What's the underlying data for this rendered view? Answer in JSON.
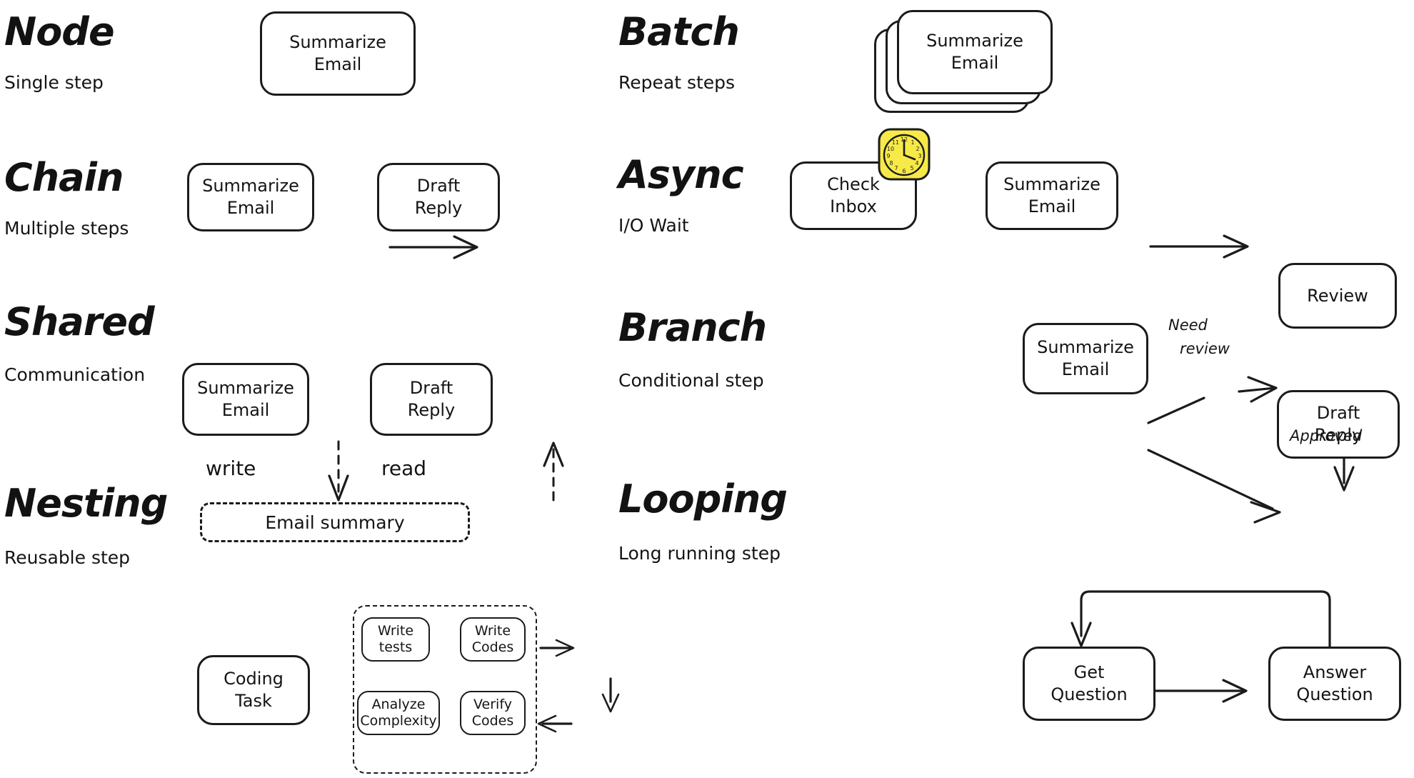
{
  "meta": {
    "background_color": "#ffffff",
    "ink_color": "#1b1b1b",
    "accent_color": "#F7EA48"
  },
  "sections": [
    {
      "id": "node",
      "title": "Node",
      "subtitle": "Single step",
      "nodes": [
        {
          "label": "Summarize\nEmail"
        }
      ]
    },
    {
      "id": "batch",
      "title": "Batch",
      "subtitle": "Repeat steps",
      "nodes": [
        {
          "label": "Summarize\nEmail"
        }
      ],
      "stack_count": 3
    },
    {
      "id": "chain",
      "title": "Chain",
      "subtitle": "Multiple steps",
      "nodes": [
        {
          "label": "Summarize\nEmail"
        },
        {
          "label": "Draft\nReply"
        }
      ]
    },
    {
      "id": "async",
      "title": "Async",
      "subtitle": "I/O Wait",
      "nodes": [
        {
          "label": "Check\nInbox"
        },
        {
          "label": "Summarize\nEmail"
        }
      ],
      "icon": "clock-icon"
    },
    {
      "id": "shared",
      "title": "Shared",
      "subtitle": "Communication",
      "nodes": [
        {
          "label": "Summarize\nEmail"
        },
        {
          "label": "Draft\nReply"
        }
      ],
      "store": "Email summary",
      "edge_labels": {
        "write": "write",
        "read": "read"
      }
    },
    {
      "id": "branch",
      "title": "Branch",
      "subtitle": "Conditional step",
      "nodes": [
        {
          "label": "Summarize\nEmail"
        },
        {
          "label": "Review"
        },
        {
          "label": "Draft\nReply"
        }
      ],
      "edge_labels": {
        "need_review_1": "Need",
        "need_review_2": "review",
        "approved": "Approved"
      }
    },
    {
      "id": "nesting",
      "title": "Nesting",
      "subtitle": "Reusable step",
      "nodes": [
        {
          "label": "Coding\nTask"
        },
        {
          "label": "Write\ntests"
        },
        {
          "label": "Write\nCodes"
        },
        {
          "label": "Verify\nCodes"
        },
        {
          "label": "Analyze\nComplexity"
        }
      ]
    },
    {
      "id": "looping",
      "title": "Looping",
      "subtitle": "Long running step",
      "nodes": [
        {
          "label": "Get\nQuestion"
        },
        {
          "label": "Answer\nQuestion"
        }
      ]
    }
  ],
  "clock": {
    "name": "clock-icon",
    "hour_numbers": [
      "12",
      "1",
      "2",
      "3",
      "4",
      "5",
      "6",
      "7",
      "8",
      "9",
      "10",
      "11"
    ],
    "hour_hand": 12,
    "minute_hand": 5
  }
}
